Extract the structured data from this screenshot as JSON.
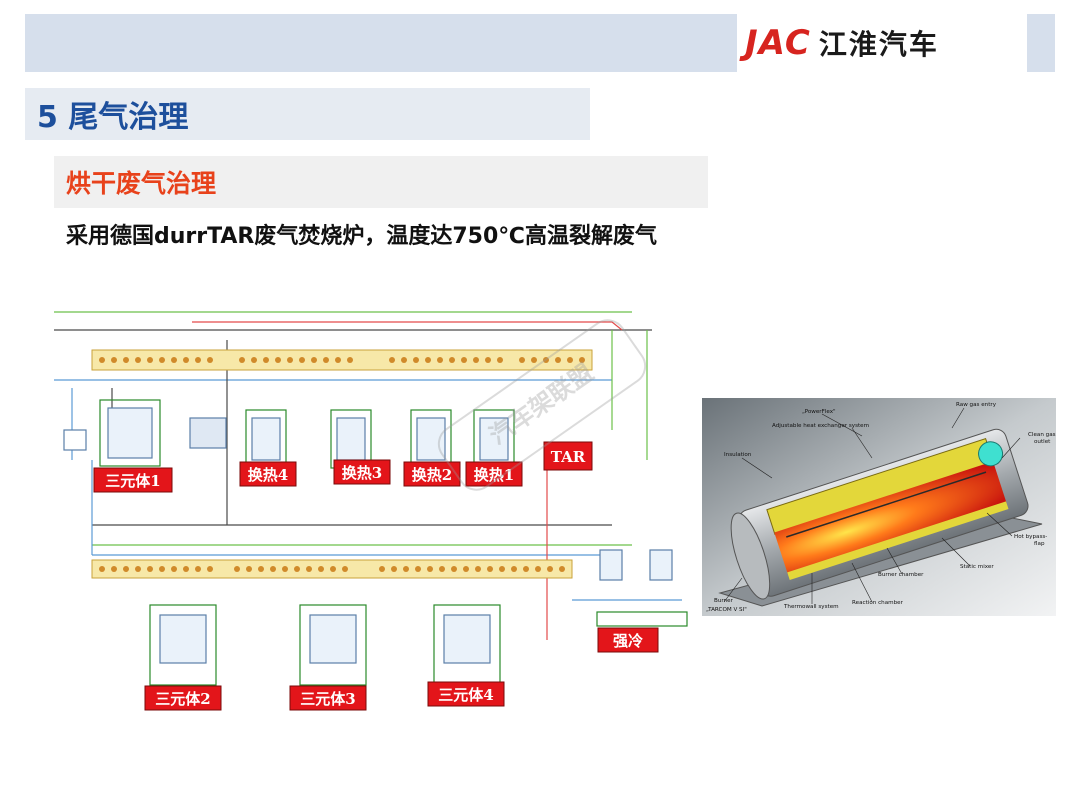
{
  "header": {
    "logo_en": "JAC",
    "logo_cn": "江淮汽车"
  },
  "section": {
    "title": "5  尾气治理"
  },
  "subsection": {
    "title": "烘干废气治理"
  },
  "description": "采用德国durrTAR废气焚烧炉，温度达750℃高温裂解废气",
  "diagram": {
    "labels": {
      "ternary1": "三元体1",
      "heat4": "换热4",
      "heat3": "换热3",
      "heat2": "换热2",
      "heat1": "换热1",
      "tar": "TAR",
      "ternary2": "三元体2",
      "ternary3": "三元体3",
      "ternary4": "三元体4",
      "cooling": "强冷"
    },
    "watermark": "汽车架联盟"
  },
  "photo": {
    "labels": {
      "raw_gas_entry": "Raw gas entry",
      "powerflex": "„PowerFlex\"",
      "adjustable": "Adjustable heat exchanger system",
      "insulation": "Insulation",
      "clean_gas": "Clean gas",
      "outlet": "outlet",
      "hot_bypass": "Hot bypass-",
      "flap": "flap",
      "static_mixer": "Static mixer",
      "burner_chamber": "Burner chamber",
      "reaction_chamber": "Reaction chamber",
      "thermowall": "Thermowall system",
      "burner": "Burner",
      "tarcom": "„TARCOM V SI\""
    }
  },
  "colors": {
    "brand_red": "#d7241f",
    "title_blue": "#1d4f9c",
    "subtitle_orange": "#e8421b",
    "label_red": "#e3151a"
  }
}
